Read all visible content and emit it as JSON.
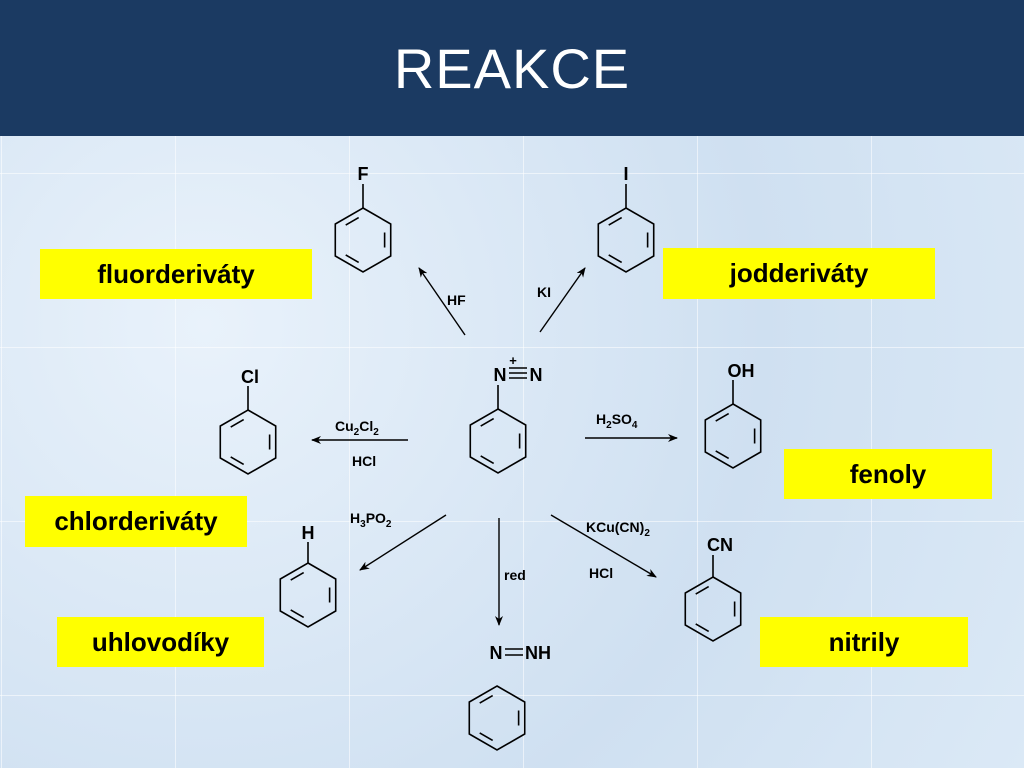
{
  "slide": {
    "title": "REAKCE"
  },
  "labels": {
    "fluor": "fluorderiváty",
    "jod": "jodderiváty",
    "fenol": "fenoly",
    "chlor": "chlorderiváty",
    "uhlo": "uhlovodíky",
    "nitril": "nitrily"
  },
  "colors": {
    "header": "#1b3a62",
    "label_bg": "#ffff00",
    "background": "#dbe9f6"
  },
  "molecules": {
    "center": {
      "n1": "N",
      "n2": "N",
      "charge": "+"
    },
    "fluoro": {
      "substituent": "F"
    },
    "iodo": {
      "substituent": "I"
    },
    "chloro": {
      "substituent": "Cl"
    },
    "phenol": {
      "substituent": "OH"
    },
    "benzene": {
      "substituent": "H"
    },
    "nitrile": {
      "substituent": "CN"
    },
    "diazene": {
      "n1": "N",
      "nh": "NH"
    }
  },
  "reagents": {
    "hf": "HF",
    "ki": "KI",
    "cu2cl2": {
      "a": "Cu",
      "a_sub": "2",
      "b": "Cl",
      "b_sub": "2"
    },
    "hcl_left": "HCl",
    "h2so4": {
      "a": "H",
      "a_sub": "2",
      "b": "SO",
      "b_sub": "4"
    },
    "h3po2": {
      "a": "H",
      "a_sub": "3",
      "b": "PO",
      "b_sub": "2"
    },
    "red": "red",
    "kcucn2": {
      "a": "KCu(CN)",
      "a_sub": "2"
    },
    "hcl_right": "HCl"
  }
}
